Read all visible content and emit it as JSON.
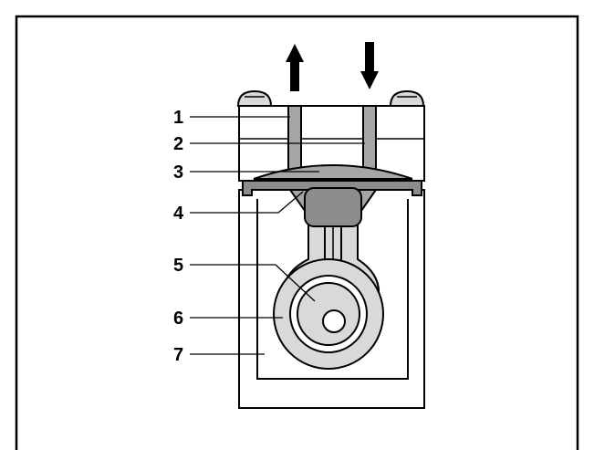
{
  "diagram": {
    "callouts": [
      {
        "id": "1",
        "label": "1"
      },
      {
        "id": "2",
        "label": "2"
      },
      {
        "id": "3",
        "label": "3"
      },
      {
        "id": "4",
        "label": "4"
      },
      {
        "id": "5",
        "label": "5"
      },
      {
        "id": "6",
        "label": "6"
      },
      {
        "id": "7",
        "label": "7"
      }
    ],
    "arrows": {
      "outlet": "up",
      "inlet": "down"
    },
    "colors": {
      "line": "#000000",
      "fill_dark": "#8c8c8c",
      "fill_mid": "#a6a6a6",
      "fill_light": "#d9d9d9",
      "background": "#ffffff"
    }
  }
}
